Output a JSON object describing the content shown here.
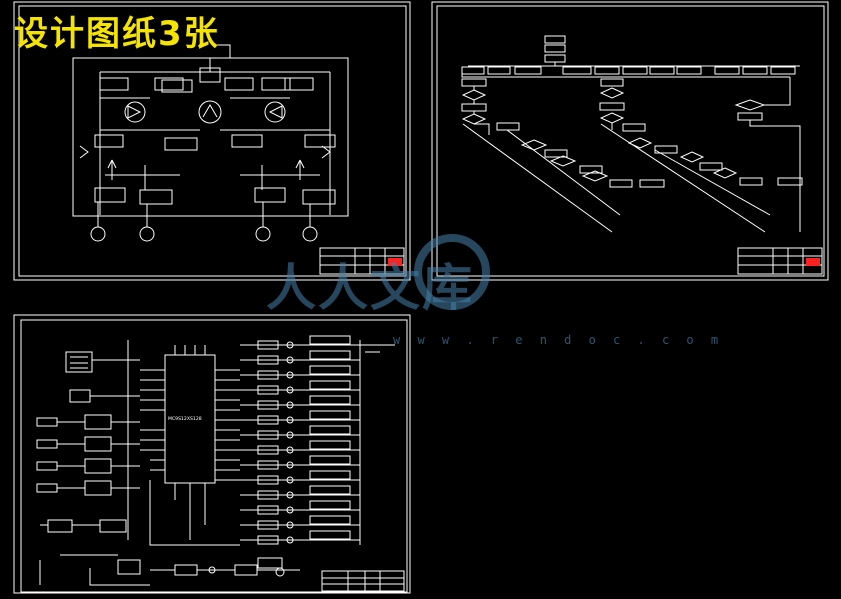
{
  "banner": {
    "title": "设计图纸3张"
  },
  "sheets": {
    "schematic": {
      "chip_label": "MC9S12XS128"
    }
  },
  "watermark": {
    "text": "人人文库",
    "url": "w w w . r e n d o c . c o m",
    "color": "#4682aa"
  },
  "colors": {
    "background": "#000000",
    "line": "#ffffff",
    "accent": "#ff2020",
    "banner": "#f4e400"
  }
}
